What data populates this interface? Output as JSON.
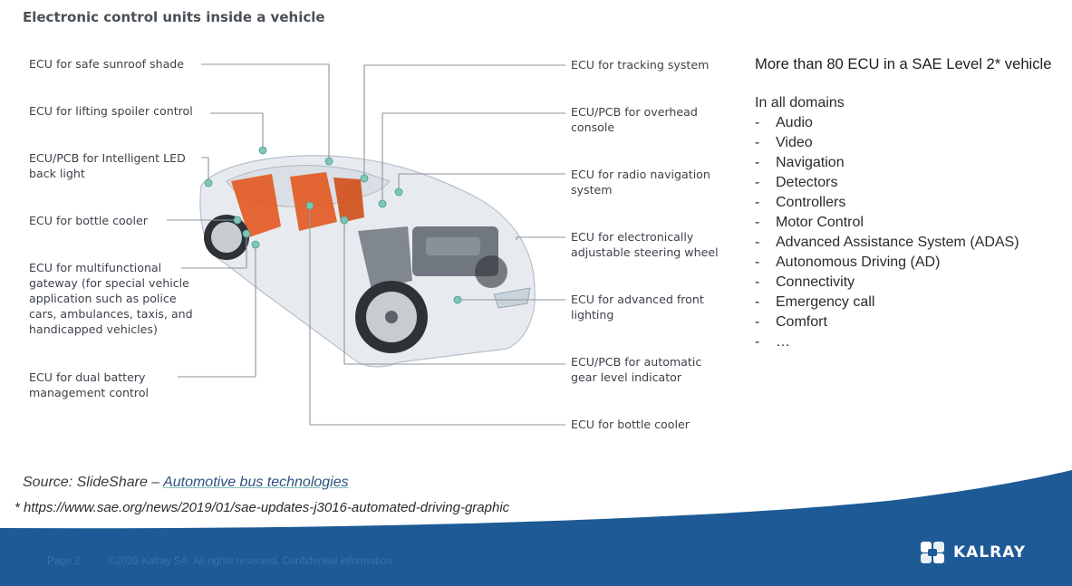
{
  "diagram": {
    "title": "Electronic control units inside a vehicle",
    "left_callouts": [
      "ECU for safe sunroof shade",
      "ECU for lifting spoiler control",
      "ECU/PCB for Intelligent LED\nback light",
      "ECU for bottle cooler",
      "ECU for multifunctional\ngateway (for special vehicle\napplication such as police\ncars, ambulances, taxis, and\nhandicapped vehicles)",
      "ECU for dual battery\nmanagement control"
    ],
    "right_callouts": [
      "ECU for tracking system",
      "ECU/PCB for overhead\nconsole",
      "ECU for radio navigation\nsystem",
      "ECU for electronically\nadjustable steering wheel",
      "ECU for advanced front\nlighting",
      "ECU/PCB for automatic\ngear level indicator",
      "ECU for bottle cooler"
    ]
  },
  "panel": {
    "headline": "More than 80 ECU in a SAE Level 2* vehicle",
    "domains_heading": "In all domains",
    "domains": [
      "Audio",
      "Video",
      "Navigation",
      "Detectors",
      "Controllers",
      "Motor Control",
      "Advanced Assistance System (ADAS)",
      "Autonomous Driving (AD)",
      "Connectivity",
      "Emergency call",
      "Comfort",
      "…"
    ],
    "dash": "-"
  },
  "source": {
    "prefix": "Source: SlideShare – ",
    "link": "Automotive bus technologies"
  },
  "footnote": "* https://www.sae.org/news/2019/01/sae-updates-j3016-automated-driving-graphic",
  "footer": {
    "page": "Page 2",
    "copyright": "©2020 Kalray SA. All rights reserved. Confidential information",
    "logo_text": "KALRAY"
  },
  "colors": {
    "footer_blue": "#1d5a96",
    "accent_teal": "#7fc4b8",
    "car_seats": "#e2581f"
  }
}
